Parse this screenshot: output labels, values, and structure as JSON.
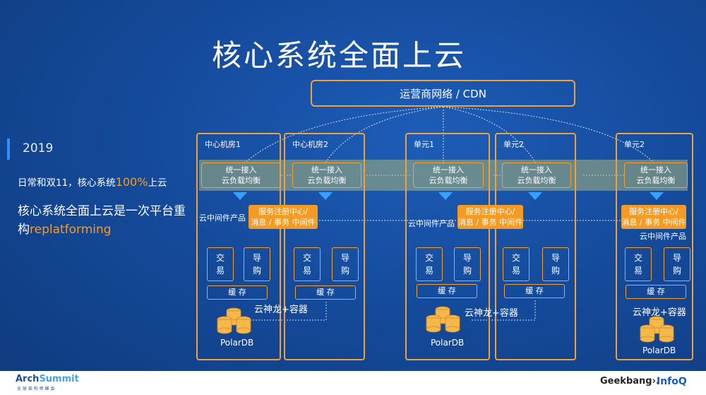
{
  "title": "核心系统全面上云",
  "left_panel": {
    "year": "2019",
    "line1_prefix": "日常和双11，核心系统",
    "line1_highlight": "100%",
    "line1_suffix": "上云",
    "line2_prefix": "核心系统全面上云是一次平台重构",
    "line2_highlight": "replatforming"
  },
  "top_box": "运营商网络 / CDN",
  "rooms": [
    {
      "label": "中心机房1",
      "access_line1": "统一接入",
      "access_line2": "云负载均衡",
      "svc1": [
        "交",
        "易"
      ],
      "svc2": [
        "导",
        "购"
      ],
      "cache": "缓 存",
      "db": "PolarDB"
    },
    {
      "label": "中心机房2",
      "access_line1": "统一接入",
      "access_line2": "云负载均衡",
      "svc1": [
        "交",
        "易"
      ],
      "svc2": [
        "导",
        "购"
      ],
      "cache": "缓 存"
    },
    {
      "label": "单元1",
      "access_line1": "统一接入",
      "access_line2": "云负载均衡",
      "svc1": [
        "交",
        "易"
      ],
      "svc2": [
        "导",
        "购"
      ],
      "cache": "缓 存",
      "db": "PolarDB"
    },
    {
      "label": "单元2",
      "access_line1": "统一接入",
      "access_line2": "云负载均衡",
      "svc1": [
        "交",
        "易"
      ],
      "svc2": [
        "导",
        "购"
      ],
      "cache": "缓 存"
    },
    {
      "label": "单元2",
      "access_line1": "统一接入",
      "access_line2": "云负载均衡",
      "svc1": [
        "交",
        "易"
      ],
      "svc2": [
        "导",
        "购"
      ],
      "cache": "缓 存",
      "db": "PolarDB"
    }
  ],
  "middleware": {
    "line1": "服务注册中心/",
    "line2": "消息 / 事务 中间件",
    "label": "云中间件产品"
  },
  "dragon_label": "云神龙+容器",
  "footer": {
    "arch_a": "Arch",
    "arch_b": "Summit",
    "arch_sub": "全 球 架 构 师 峰 会",
    "geek": "Geekbang›.",
    "infoq": "InfoQ"
  },
  "colors": {
    "background": "#154b9c",
    "accent_orange": "#f59a23",
    "border_orange": "#f0a13a",
    "band": "#a9b478"
  }
}
